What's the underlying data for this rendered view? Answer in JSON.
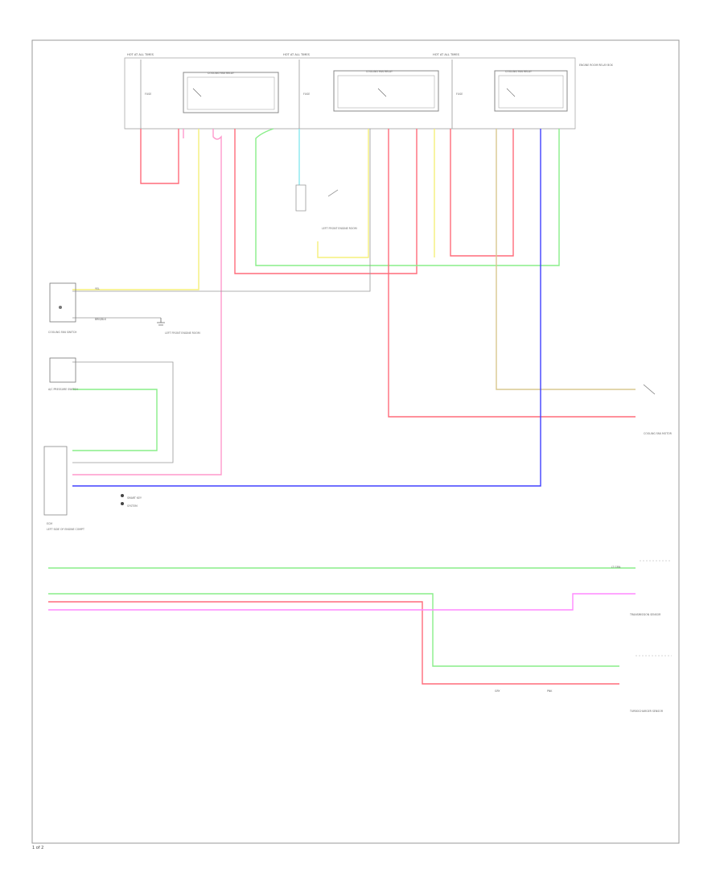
{
  "colors": {
    "red": "#ff6b7a",
    "pink": "#ff99cc",
    "yellow": "#f5f07a",
    "green": "#88ee88",
    "cyan": "#88e8f0",
    "blue": "#4040ff",
    "tan": "#d8c890",
    "violet": "#ff88ff",
    "frame": "#999999"
  },
  "labels": {
    "hot_1": "HOT AT ALL TIMES",
    "hot_2": "HOT AT ALL TIMES",
    "hot_3": "HOT AT ALL TIMES",
    "relay_box": "ENGINE ROOM RELAY BOX",
    "relay_1": "COOLING FAN RELAY",
    "relay_2": "COOLING FAN RELAY",
    "relay_3": "COOLING FAN RELAY",
    "fuse_1": "FUSE",
    "fuse_2": "FUSE",
    "fuse_3": "FUSE",
    "ground_1": "LEFT FRONT ENGINE ROOM",
    "wire_1": "YEL",
    "wire_2": "BRN/BLK",
    "ground_2": "LEFT FRONT ENGINE ROOM",
    "ac_switch": "COOLING FAN SWITCH",
    "ac_press": "A/C PRESSURE SWITCH",
    "ecm": "ECM",
    "ecm_sub": "LEFT SIDE OF ENGINE COMPT",
    "to_sys_1": "SMART KEY",
    "to_sys_2": "SYSTEM",
    "motor": "COOLING FAN MOTOR",
    "sensor_1": "TRANSMISSION SENSOR",
    "sensor_2": "TURBOCHARGER SENSOR",
    "wire_gry": "GRY",
    "wire_pnk": "PNK",
    "wire_lg": "LT GRN",
    "footer": "1 of 2"
  }
}
